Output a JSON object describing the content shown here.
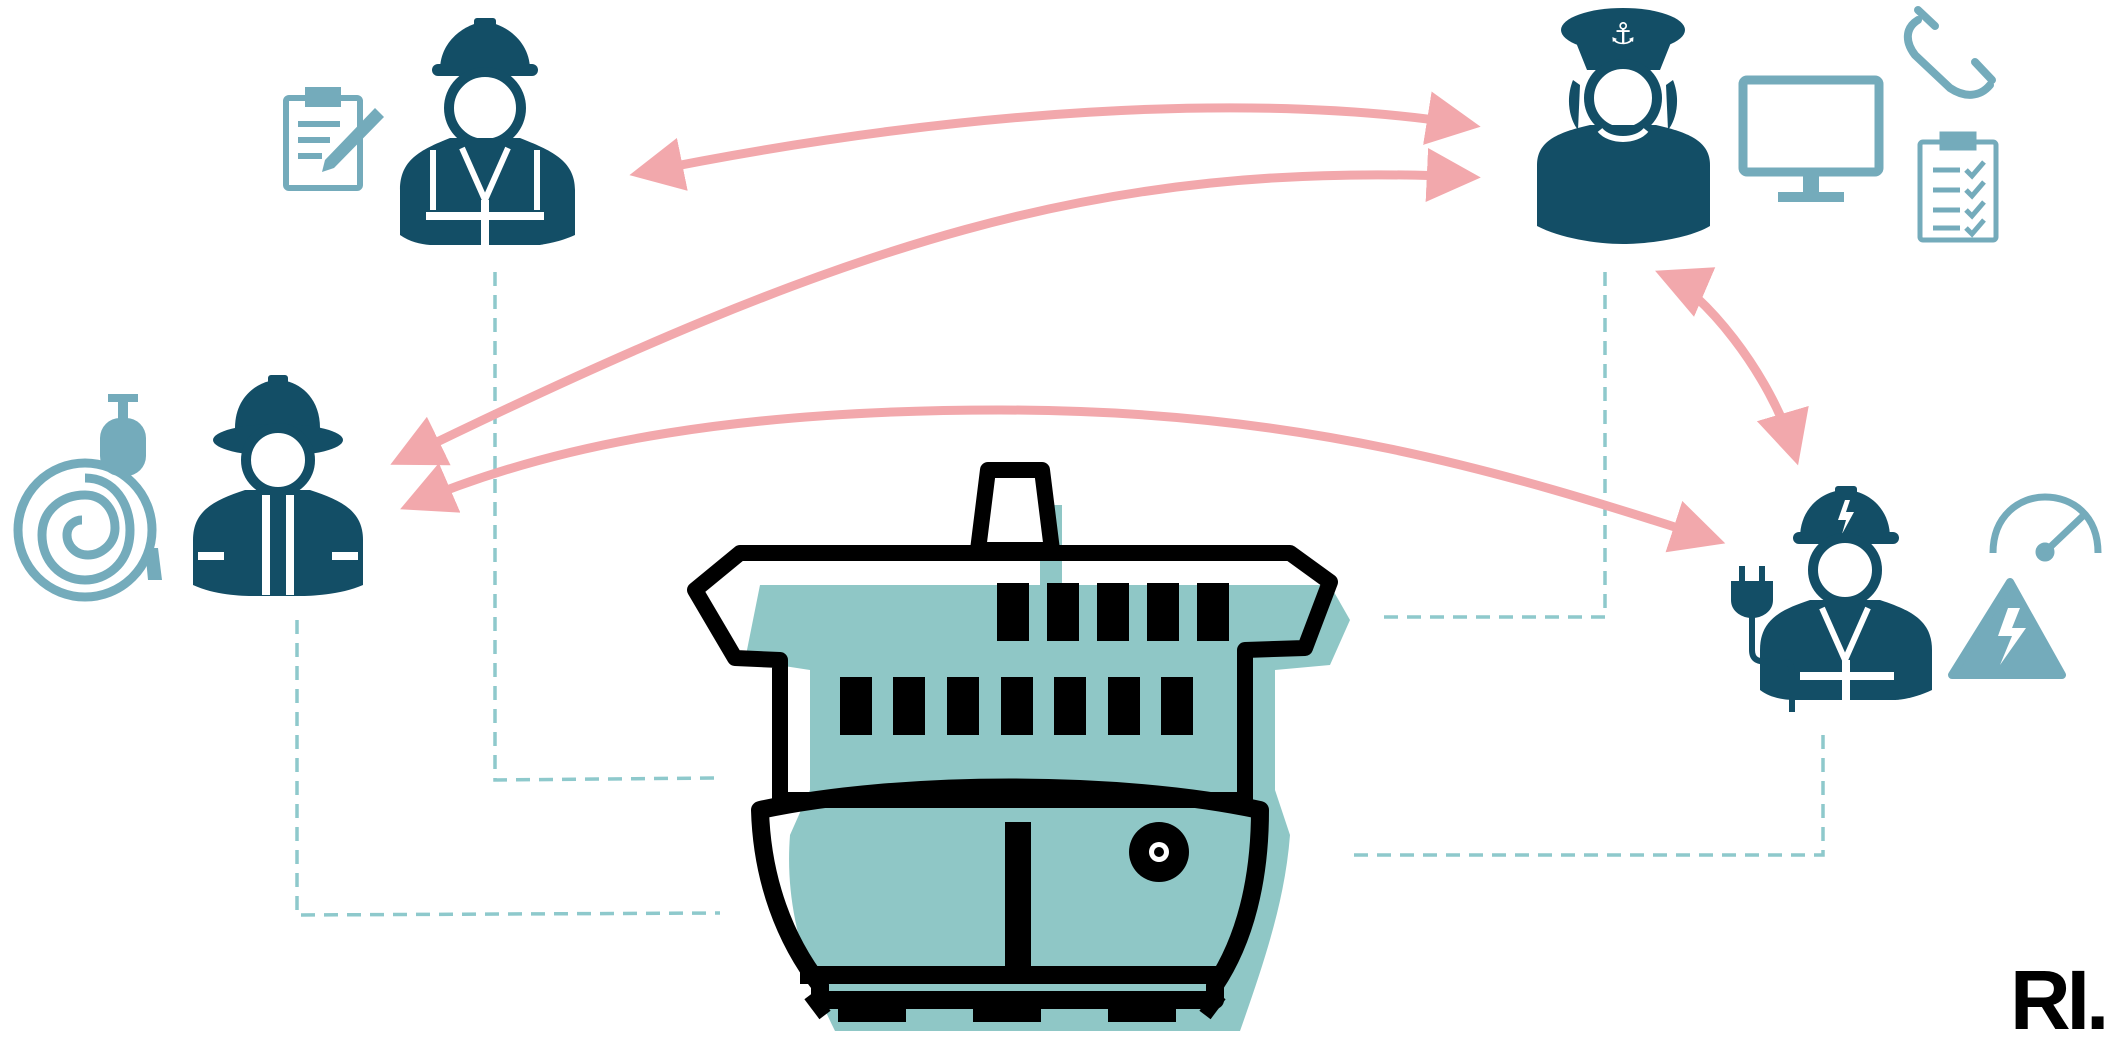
{
  "brand": {
    "mark": "RI."
  },
  "colors": {
    "navy": "#134e66",
    "teal": "#74abbb",
    "ship_fill": "#8fc7c6",
    "arrow": "#f2a8ac",
    "dash": "#8ec9cc",
    "outline": "#000000"
  },
  "actors": [
    {
      "role": "deck-worker-with-clipboard",
      "icon": "hard-hat-worker-icon",
      "prop": "clipboard-pencil-icon"
    },
    {
      "role": "firefighter",
      "icon": "firefighter-icon",
      "prop": "fire-hose-extinguisher-icon"
    },
    {
      "role": "captain",
      "icon": "captain-icon",
      "props": [
        "phone-icon",
        "computer-monitor-icon",
        "checklist-icon"
      ]
    },
    {
      "role": "electrician",
      "icon": "electrician-icon",
      "props": [
        "power-plug-icon",
        "gauge-icon",
        "high-voltage-warning-icon"
      ]
    }
  ],
  "center": {
    "icon": "ferry-ship-icon"
  }
}
